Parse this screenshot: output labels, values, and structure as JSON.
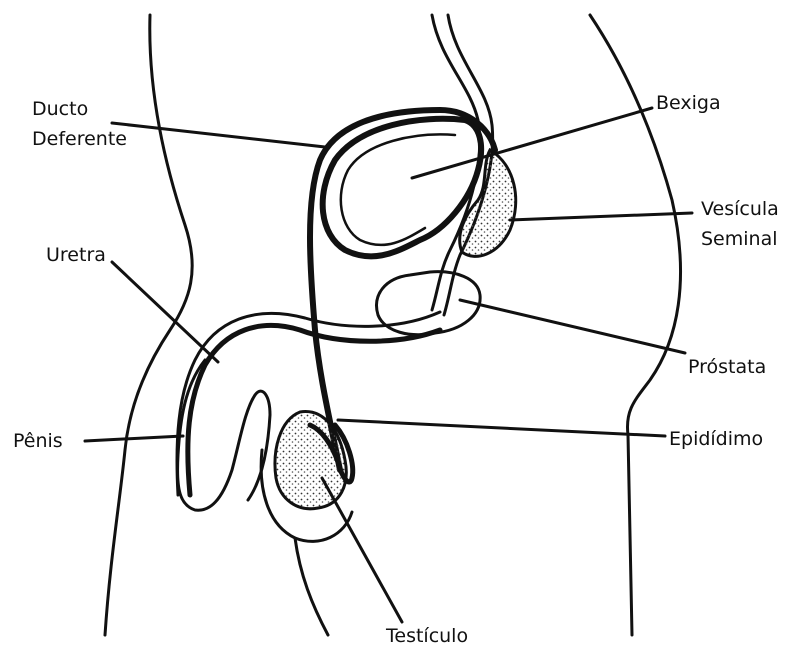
{
  "labels": {
    "ducto_line1": "Ducto",
    "ducto_line2": "Deferente",
    "bexiga": "Bexiga",
    "vesicula_line1": "Vesícula",
    "vesicula_line2": "Seminal",
    "uretra": "Uretra",
    "prostata": "Próstata",
    "penis": "Pênis",
    "epididimo": "Epidídimo",
    "testiculo": "Testículo"
  },
  "colors": {
    "ink": "#111111",
    "background": "#ffffff"
  }
}
